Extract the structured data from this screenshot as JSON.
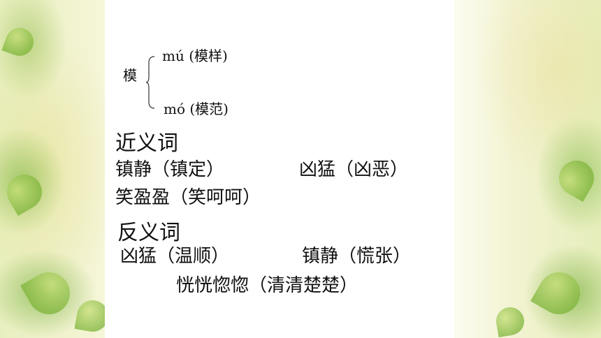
{
  "polyphone": {
    "char": "模",
    "reading1": "mú (模样)",
    "reading2": "mó (模范)"
  },
  "synonyms": {
    "heading": "近义词",
    "line1_a": "镇静（镇定）",
    "line1_b": "凶猛（凶恶）",
    "line2": "笑盈盈（笑呵呵）"
  },
  "antonyms": {
    "heading": "反义词",
    "line1_a": "凶猛（温顺）",
    "line1_b": "镇静（慌张）",
    "line2": "恍恍惚惚（清清楚楚）"
  }
}
